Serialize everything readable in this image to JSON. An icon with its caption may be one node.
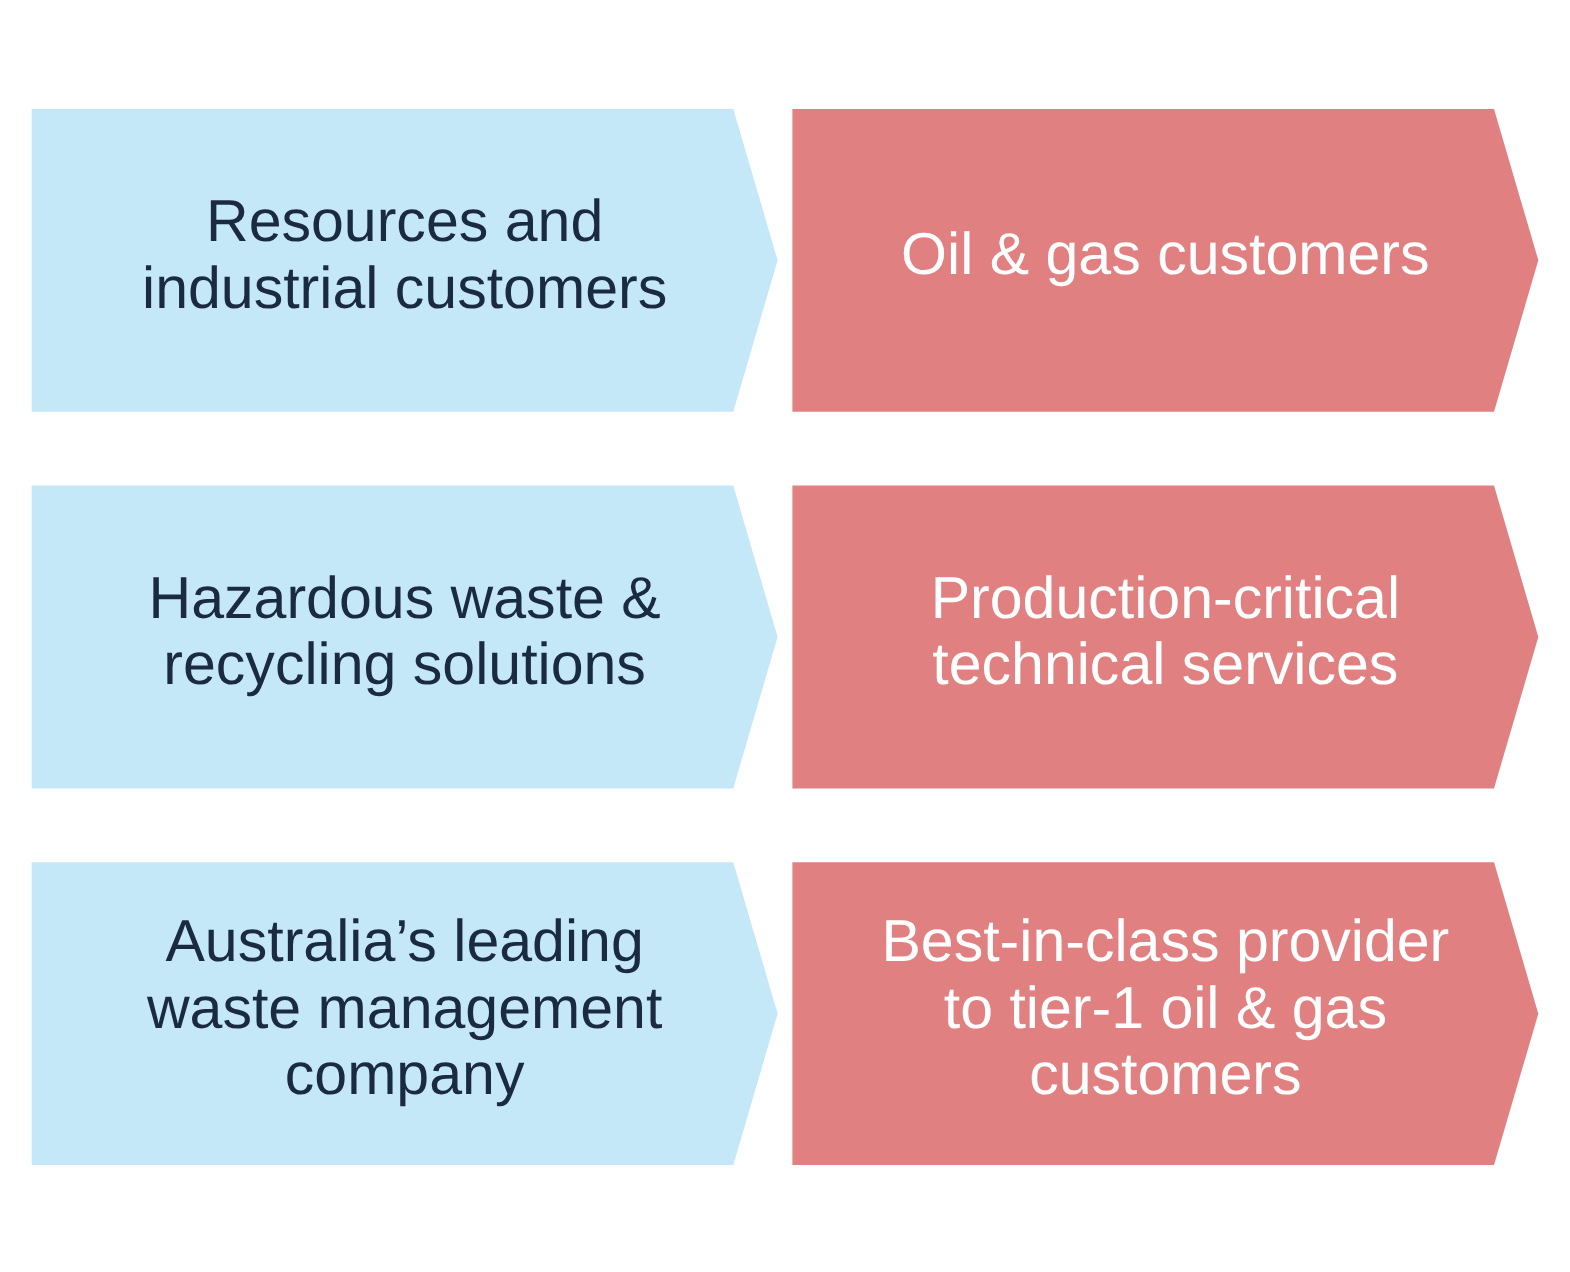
{
  "diagram": {
    "nodes": [
      {
        "text": [
          "Resources and industrial customers"
        ]
      },
      {
        "text": [
          "Oil & gas customers"
        ]
      },
      {
        "text": [
          "Hazardous waste & recycling solutions"
        ]
      },
      {
        "text": [
          "Production-critical technical services"
        ]
      },
      {
        "text": [
          "Australia’s leading waste management company"
        ]
      },
      {
        "text": [
          "Best-in-class provider to tier-1 oil & gas customers"
        ]
      }
    ],
    "edges": []
  }
}
